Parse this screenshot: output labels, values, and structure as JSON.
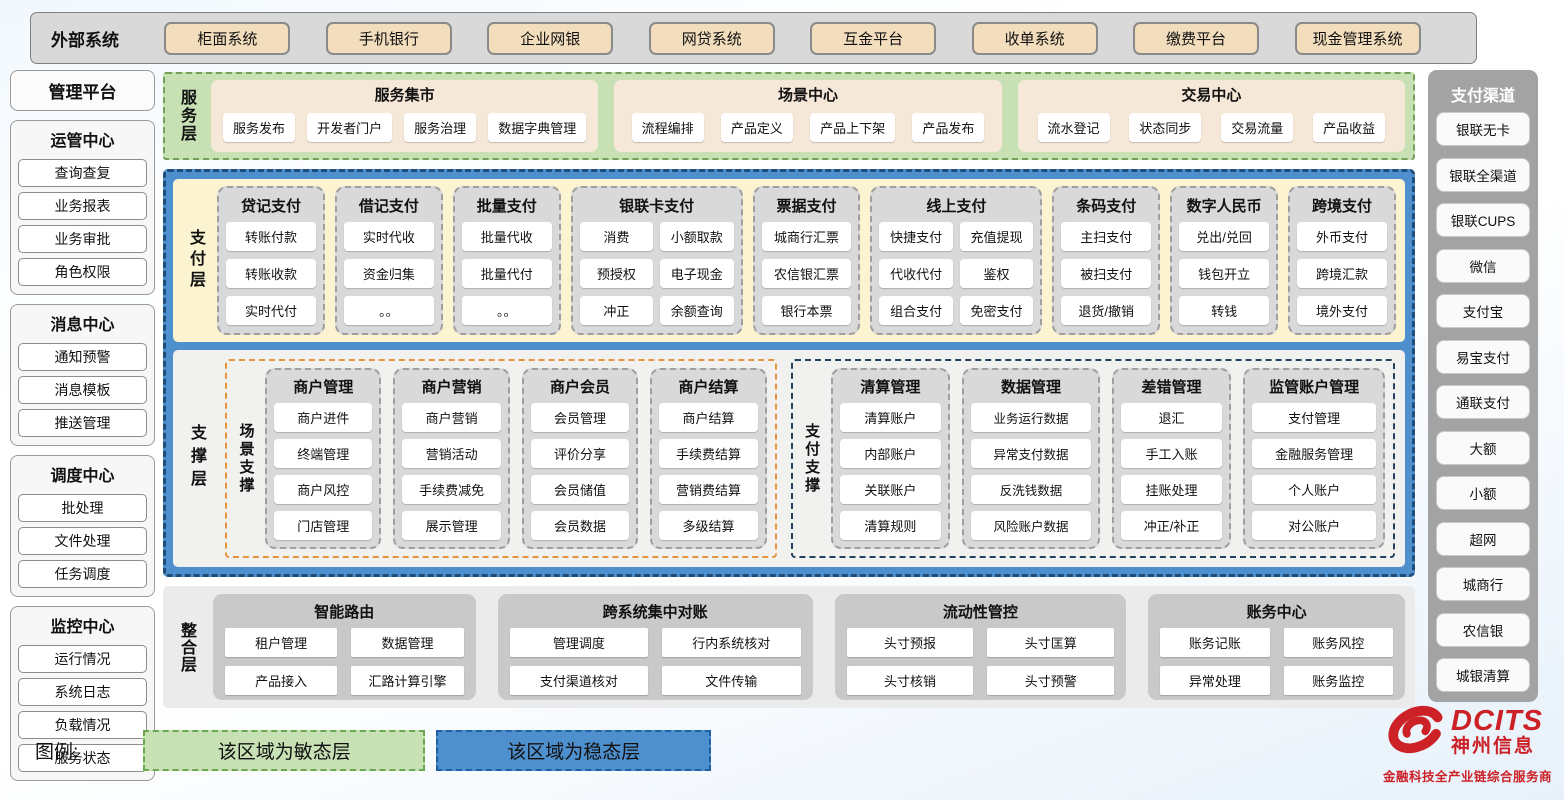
{
  "external": {
    "label": "外部系统",
    "systems": [
      "柜面系统",
      "手机银行",
      "企业网银",
      "网贷系统",
      "互金平台",
      "收单系统",
      "缴费平台",
      "现金管理系统"
    ]
  },
  "management": {
    "title": "管理平台",
    "groups": [
      {
        "title": "运管中心",
        "items": [
          "查询查复",
          "业务报表",
          "业务审批",
          "角色权限"
        ]
      },
      {
        "title": "消息中心",
        "items": [
          "通知预警",
          "消息模板",
          "推送管理"
        ]
      },
      {
        "title": "调度中心",
        "items": [
          "批处理",
          "文件处理",
          "任务调度"
        ]
      },
      {
        "title": "监控中心",
        "items": [
          "运行情况",
          "系统日志",
          "负载情况",
          "服务状态"
        ]
      }
    ]
  },
  "service_layer": {
    "label": "服务层",
    "groups": [
      {
        "title": "服务集市",
        "items": [
          "服务发布",
          "开发者门户",
          "服务治理",
          "数据字典管理"
        ]
      },
      {
        "title": "场景中心",
        "items": [
          "流程编排",
          "产品定义",
          "产品上下架",
          "产品发布"
        ]
      },
      {
        "title": "交易中心",
        "items": [
          "流水登记",
          "状态同步",
          "交易流量",
          "产品收益"
        ]
      }
    ]
  },
  "payment_layer": {
    "label": "支付层",
    "columns": [
      {
        "title": "贷记支付",
        "cols": 1,
        "items": [
          "转账付款",
          "转账收款",
          "实时代付"
        ]
      },
      {
        "title": "借记支付",
        "cols": 1,
        "items": [
          "实时代收",
          "资金归集",
          "。。"
        ]
      },
      {
        "title": "批量支付",
        "cols": 1,
        "items": [
          "批量代收",
          "批量代付",
          "。。"
        ]
      },
      {
        "title": "银联卡支付",
        "cols": 2,
        "items": [
          "消费",
          "小额取款",
          "预授权",
          "电子现金",
          "冲正",
          "余额查询"
        ]
      },
      {
        "title": "票据支付",
        "cols": 1,
        "items": [
          "城商行汇票",
          "农信银汇票",
          "银行本票"
        ]
      },
      {
        "title": "线上支付",
        "cols": 2,
        "items": [
          "快捷支付",
          "充值提现",
          "代收代付",
          "鉴权",
          "组合支付",
          "免密支付"
        ]
      },
      {
        "title": "条码支付",
        "cols": 1,
        "items": [
          "主扫支付",
          "被扫支付",
          "退货/撤销"
        ]
      },
      {
        "title": "数字人民币",
        "cols": 1,
        "items": [
          "兑出/兑回",
          "钱包开立",
          "转钱"
        ]
      },
      {
        "title": "跨境支付",
        "cols": 1,
        "items": [
          "外币支付",
          "跨境汇款",
          "境外支付"
        ]
      }
    ]
  },
  "support_layer": {
    "label": "支撑层",
    "groups": [
      {
        "label": "场景支撑",
        "columns": [
          {
            "title": "商户管理",
            "items": [
              "商户进件",
              "终端管理",
              "商户风控",
              "门店管理"
            ]
          },
          {
            "title": "商户营销",
            "items": [
              "商户营销",
              "营销活动",
              "手续费减免",
              "展示管理"
            ]
          },
          {
            "title": "商户会员",
            "items": [
              "会员管理",
              "评价分享",
              "会员储值",
              "会员数据"
            ]
          },
          {
            "title": "商户结算",
            "items": [
              "商户结算",
              "手续费结算",
              "营销费结算",
              "多级结算"
            ]
          }
        ]
      },
      {
        "label": "支付支撑",
        "columns": [
          {
            "title": "清算管理",
            "items": [
              "清算账户",
              "内部账户",
              "关联账户",
              "清算规则"
            ]
          },
          {
            "title": "数据管理",
            "items": [
              "业务运行数据",
              "异常支付数据",
              "反洗钱数据",
              "风险账户数据"
            ]
          },
          {
            "title": "差错管理",
            "items": [
              "退汇",
              "手工入账",
              "挂账处理",
              "冲正/补正"
            ]
          },
          {
            "title": "监管账户管理",
            "items": [
              "支付管理",
              "金融服务管理",
              "个人账户",
              "对公账户"
            ]
          }
        ]
      }
    ]
  },
  "integration_layer": {
    "label": "整合层",
    "groups": [
      {
        "title": "智能路由",
        "items": [
          "租户管理",
          "数据管理",
          "产品接入",
          "汇路计算引擎"
        ]
      },
      {
        "title": "跨系统集中对账",
        "items": [
          "管理调度",
          "行内系统核对",
          "支付渠道核对",
          "文件传输"
        ]
      },
      {
        "title": "流动性管控",
        "items": [
          "头寸预报",
          "头寸匡算",
          "头寸核销",
          "头寸预警"
        ]
      },
      {
        "title": "账务中心",
        "items": [
          "账务记账",
          "账务风控",
          "异常处理",
          "账务监控"
        ]
      }
    ]
  },
  "channels": {
    "title": "支付渠道",
    "items": [
      "银联无卡",
      "银联全渠道",
      "银联CUPS",
      "微信",
      "支付宝",
      "易宝支付",
      "通联支付",
      "大额",
      "小额",
      "超网",
      "城商行",
      "农信银",
      "城银清算"
    ]
  },
  "legend": {
    "label": "图例:",
    "agile": "该区域为敏态层",
    "stable": "该区域为稳态层"
  },
  "logo": {
    "brand": "DCITS",
    "name": "神州信息",
    "tagline": "金融科技全产业链综合服务商"
  },
  "colors": {
    "agile_green": "#c7e1b5",
    "stable_blue": "#4e8fcd",
    "stable_blue_border": "#1e4e79",
    "payment_yellow": "#fcf3d1",
    "module_gray": "#d9d9d9",
    "external_tan": "#f2ddbc",
    "scene_orange_border": "#e6953c",
    "paysup_navy_border": "#24415f",
    "brand_red": "#cb2127"
  }
}
